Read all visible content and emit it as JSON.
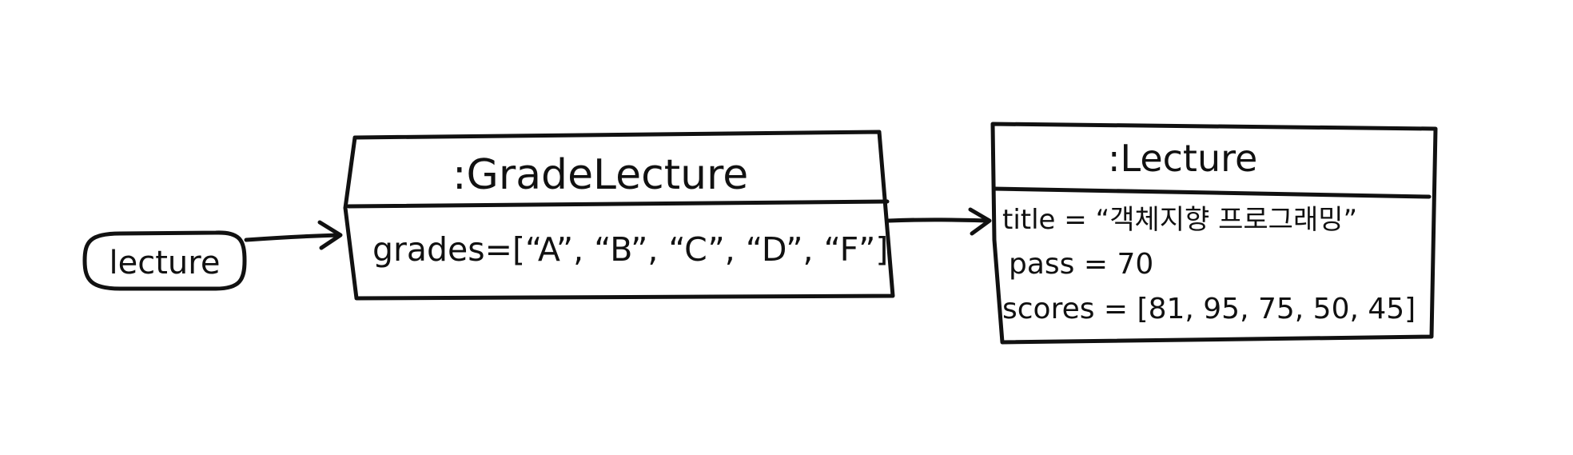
{
  "nodes": {
    "variable": {
      "label": "lecture"
    },
    "grade_lecture": {
      "title": ":GradeLecture",
      "fields": [
        "grades=[“A”, “B”, “C”, “D”, “F”]"
      ]
    },
    "lecture": {
      "title": ":Lecture",
      "fields": [
        "title = “객체지향 프로그래밍”",
        "pass = 70",
        "scores = [81, 95, 75, 50, 45]"
      ]
    }
  },
  "edges": [
    {
      "from": "lecture (variable)",
      "to": ":GradeLecture"
    },
    {
      "from": ":GradeLecture",
      "to": ":Lecture"
    }
  ]
}
